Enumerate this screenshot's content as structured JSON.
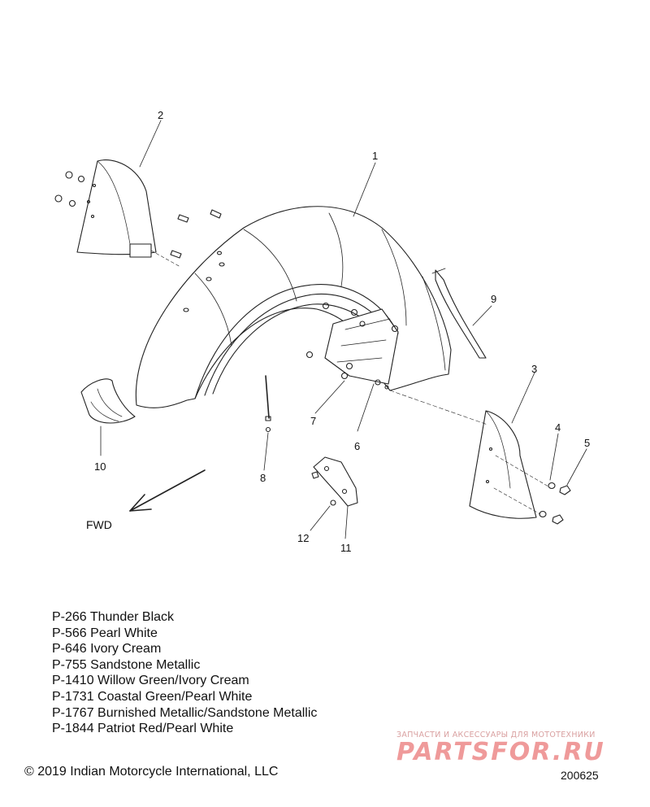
{
  "callouts": [
    "1",
    "2",
    "3",
    "4",
    "5",
    "6",
    "7",
    "8",
    "9",
    "10",
    "11",
    "12"
  ],
  "direction_label": "FWD",
  "paint_codes": [
    "P-266 Thunder Black",
    "P-566 Pearl White",
    "P-646 Ivory Cream",
    "P-755 Sandstone Metallic",
    "P-1410 Willow Green/Ivory Cream",
    "P-1731 Coastal Green/Pearl White",
    "P-1767 Burnished Metallic/Sandstone Metallic",
    "P-1844 Patriot Red/Pearl White"
  ],
  "copyright": "© 2019 Indian Motorcycle International, LLC",
  "document_number": "200625",
  "watermark": {
    "tagline": "ЗАПЧАСТИ И АКСЕССУАРЫ ДЛЯ МОТОТЕХНИКИ",
    "logo": "PARTSFOR.RU"
  }
}
